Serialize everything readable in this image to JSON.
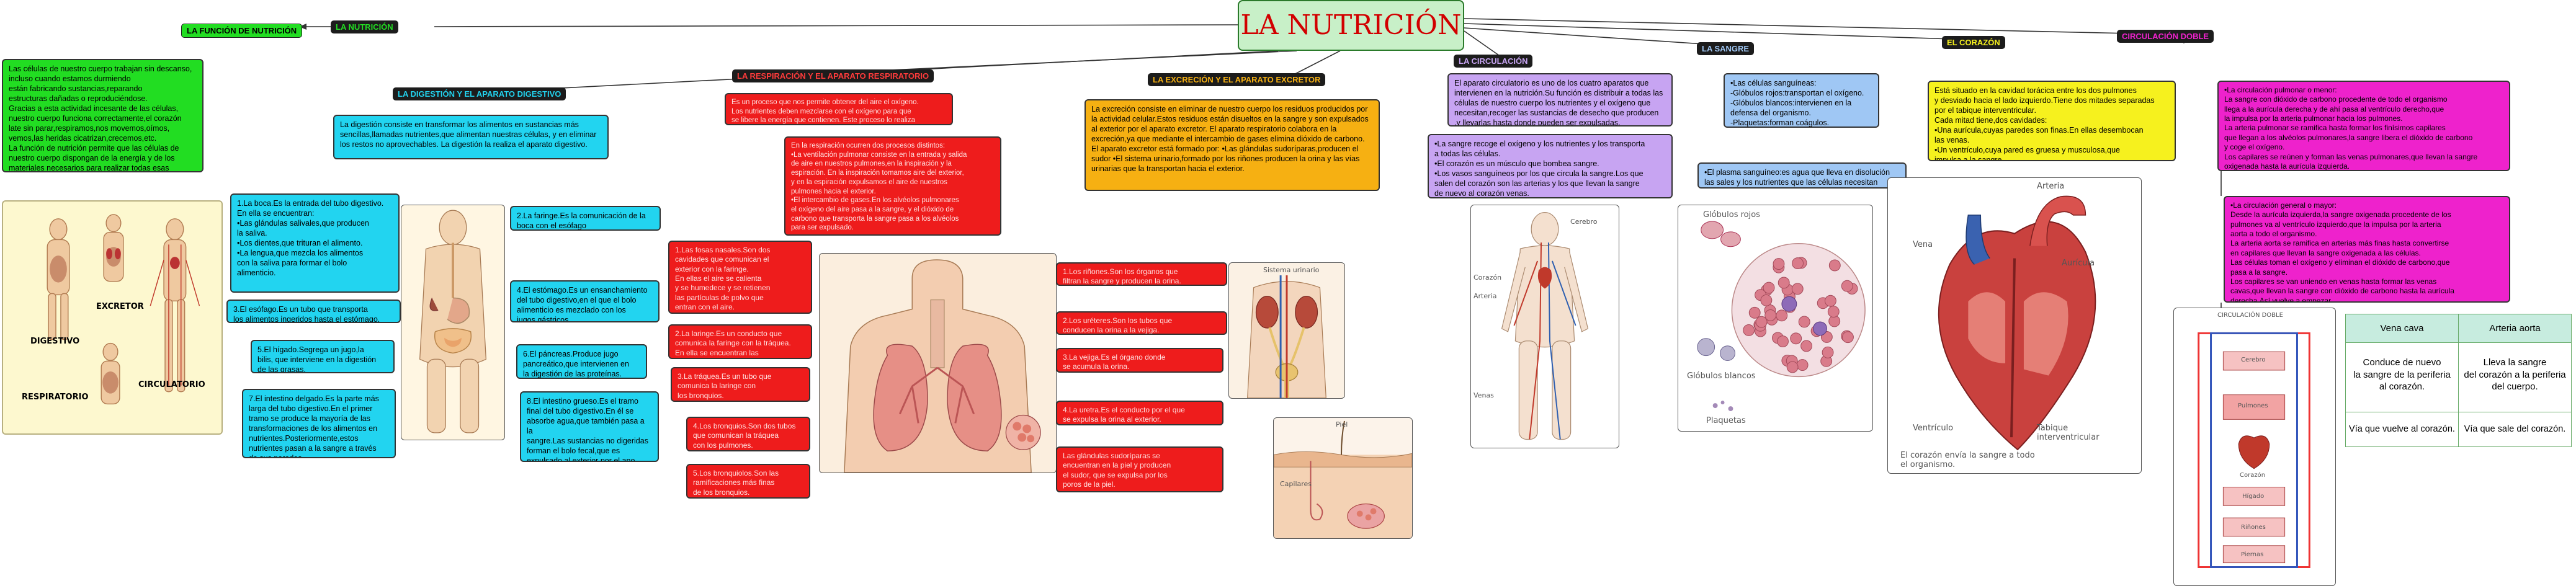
{
  "title": "LA NUTRICIÓN",
  "headers": {
    "nutricion": "LA NUTRICIÓN",
    "funcion": "LA FUNCIÓN DE NUTRICIÓN",
    "digestion": "LA DIGESTIÓN Y EL APARATO DIGESTIVO",
    "respiracion": "LA RESPIRACIÓN Y EL APARATO RESPIRATORIO",
    "excrecion": "LA EXCRECIÓN Y EL APARATO EXCRETOR",
    "circulacion": "LA CIRCULACIÓN",
    "sangre": "LA SANGRE",
    "corazon": "EL CORAZÓN",
    "doble": "CIRCULACIÓN DOBLE"
  },
  "colors": {
    "green": "#22dd22",
    "cyan": "#22d4f0",
    "red": "#ee1c1c",
    "orange": "#f6b012",
    "lavender": "#c7a4f2",
    "blue": "#9fc7f4",
    "yellow": "#f6f11e",
    "magenta": "#ee22cc",
    "dark": "#1c1c1c"
  },
  "funcion_text": "Las células de nuestro cuerpo trabajan sin descanso,\nincluso cuando estamos durmiendo\nestán fabricando sustancias,reparando\n estructuras dañadas o reproduciéndose.\nGracias a esta actividad incesante de las células,\nnuestro cuerpo funciona correctamente,el corazón\nlate sin parar,respiramos,nos movemos,oímos,\nvemos,las heridas cicatrizan,crecemos,etc.\nLa función de nutrición permite que las células de\nnuestro cuerpo dispongan de la energía y de los\nmateriales necesarios para realizar todas esas\n tareas,es decir,nos mantiene vivos.",
  "systems_labels": {
    "digestivo": "DIGESTIVO",
    "excretor": "EXCRETOR",
    "respiratorio": "RESPIRATORIO",
    "circulatorio": "CIRCULATORIO"
  },
  "digestion": {
    "intro": "La digestión consiste en transformar los alimentos en sustancias más sencillas,llamadas nutrientes,que alimentan nuestras células, y en eliminar los restos no aprovechables. La digestión la realiza el aparato digestivo.",
    "boca": "1.La boca.Es la entrada del tubo digestivo.\nEn ella se encuentran:\n•Las glándulas salivales,que producen\n la saliva.\n•Los dientes,que trituran el alimento.\n•La lengua,que mezcla los alimentos\n con la saliva para formar el bolo\n alimenticio.",
    "esofago": "3.El esófago.Es un tubo que transporta\nlos alimentos ingeridos hasta el estómago.",
    "higado": "5.El hígado.Segrega un jugo,la\nbilis, que interviene en la digestión\nde las grasas.",
    "intestino_delgado": "7.El intestino delgado.Es la parte más\nlarga del tubo digestivo.En el primer\ntramo se produce la mayoría de las\ntransformaciones de los alimentos en\nnutrientes.Posteriormente,estos\nnutrientes pasan a la sangre a través\nde sus paredes",
    "faringe": "2.La faringe.Es la comunicación de la\nboca con el esófago",
    "estomago": "4.El estómago.Es un ensanchamiento\ndel tubo digestivo,en el que el bolo\nalimenticio es mezclado con los\njugos gástricos",
    "pancreas": "6.El páncreas.Produce jugo\npancreático,que intervienen en\nla digestión de las proteínas.",
    "intestino_grueso": "8.El intestino grueso.Es el tramo\nfinal del tubo digestivo.En él se\nabsorbe agua,que también pasa a la\nsangre.Las sustancias no digeridas\nforman el bolo fecal,que es\nexpulsado al exterior por el ano\nmediante la defecación."
  },
  "respiracion": {
    "intro": "Es un proceso que nos permite obtener del aire el oxígeno.\nLos nutrientes deben mezclarse con el oxígeno para que\nse libere la energía que contienen. Este proceso lo realiza\nel aparato respiratorio.",
    "proceso": "En la respiración ocurren dos procesos distintos:\n•La ventilación pulmonar consiste en la entrada y salida\nde aire en nuestros pulmones,en la inspiración y la\nespiración. En la inspiración tomamos aire del exterior,\ny en la espiración expulsamos el aire de nuestros\npulmones hacia el exterior.\n•El intercambio de gases.En los alvéolos pulmonares\nel oxígeno del aire pasa a la sangre, y el dióxido de\ncarbono que transporta la sangre pasa a los alvéolos\npara ser expulsado.",
    "fosas": "1.Las fosas nasales.Son dos\ncavidades que comunican el\nexterior con la faringe.\nEn ellas el aire se calienta\ny se humedece y se retienen\nlas partículas de polvo que\nentran con el aire.",
    "laringe": "2.La laringe.Es un conducto que\ncomunica la faringe con la tráquea.\nEn ella se encuentran las\ncuerdas vocales.",
    "traquea": "3.La tráquea.Es un tubo que\ncomunica la laringe con\nlos bronquios.",
    "bronquios": "4.Los bronquios.Son dos tubos\nque comunican la tráquea\ncon los pulmones.",
    "bronquiolos": "5.Los bronquiolos.Son las\nramificaciones más finas\nde los bronquios."
  },
  "excrecion": {
    "intro": "La excreción consiste en eliminar de nuestro cuerpo los residuos producidos por la actividad celular.Estos residuos están disueltos en la sangre y son expulsados al exterior por el aparato excretor. El aparato respiratorio colabora en la excreción,ya que mediante el intercambio de gases elimina dióxido de carbono.\nEl aparato excretor está formado por:\n•Las glándulas sudoríparas,producen el sudor\n•El sistema urinario,formado por los riñones producen\n la orina y las vías urinarias que la transportan hacia el exterior.",
    "rinones": "1.Los riñones.Son los órganos que\nfiltran la sangre y producen la orina.",
    "ureteres": "2.Los uréteres.Son los tubos que\nconducen la orina a la vejiga.",
    "vejiga": "3.La vejiga.Es el órgano donde\nse acumula la orina.",
    "uretra": "4.La uretra.Es el conducto por el que\nse expulsa la orina al exterior.",
    "glandulas": "Las glándulas sudoríparas se\nencuentran en la piel y producen\nel sudor, que se expulsa por los\nporos de la piel."
  },
  "circulacion": {
    "intro": "El aparato circulatorio es uno de los cuatro aparatos que intervienen en la nutrición.Su función es distribuir a todas las células de nuestro cuerpo los nutrientes y el oxígeno que necesitan,recoger las sustancias de desecho que producen ,y llevarlas hasta donde pueden ser expulsadas.",
    "sangre_recoge": "•La sangre recoge el oxígeno y los nutrientes y los transporta\n a todas las células.\n•El corazón es un músculo que bombea sangre.\n•Los vasos sanguíneos por los que circula la sangre.Los que\nsalen del corazón son las arterias y los que llevan la sangre\nde nuevo al corazón venas."
  },
  "sangre": {
    "celulas": "•Las células sanguíneas:\n-Glóbulos rojos:transportan el oxígeno.\n-Glóbulos blancos:intervienen en la\n defensa del organismo.\n-Plaquetas:forman coágulos.",
    "plasma": "•El plasma sanguíneo:es agua que lleva en disolución\nlas sales y los nutrientes que las células necesitan"
  },
  "corazon_text": "Está situado en la cavidad torácica entre los dos pulmones\ny desviado hacia el lado izquierdo.Tiene dos mitades separadas\npor el tabique interventricular.\nCada mitad tiene,dos cavidades:\n•Una aurícula,cuyas paredes son finas.En ellas desembocan\nlas venas.\n•Un ventrículo,cuya pared es gruesa y musculosa,que\nimpulsa a la sangre.",
  "doble": {
    "menor": "•La circulación pulmonar o menor:\nLa sangre con dióxido de carbono procedente de todo el organismo\nllega a la aurícula derecha y de ahí pasa al ventrículo derecho,que\nla impulsa por la arteria pulmonar hacia los pulmones.\nLa arteria pulmonar se ramifica hasta formar los finísimos capilares\nque llegan a los alvéolos pulmonares,la sangre libera el dióxido de carbono\ny coge el oxígeno.\nLos capilares se reúnen y forman las venas pulmonares,que llevan la sangre\noxigenada hasta la aurícula izquierda.",
    "mayor": "•La circulación general o mayor:\nDesde la aurícula izquierda,la sangre oxigenada procedente de los\npulmones va al ventrículo izquierdo,que la impulsa por la arteria\naorta a todo el organismo.\nLa arteria aorta se ramifica en arterias más finas hasta convertirse\nen capilares que llevan la sangre oxigenada a las células.\nLas células toman el oxígeno y eliminan el dióxido de carbono,que\npasa a la sangre.\nLos capilares se van uniendo en venas hasta formar las venas\ncavas,que llevan la sangre con dióxido de carbono hasta la aurícula\nderecha.Así vuelve a empezar."
  },
  "table": {
    "header": [
      "Vena cava",
      "Arteria aorta"
    ],
    "rows": [
      [
        "Conduce de nuevo\nla sangre de la periferia\nal corazón.",
        "Lleva la sangre\ndel corazón a la periferia\ndel cuerpo."
      ],
      [
        "Vía que vuelve al corazón.",
        "Vía que sale del corazón."
      ]
    ]
  },
  "image_labels": {
    "globulos_rojos": "Glóbulos rojos",
    "globulos_blancos": "Glóbulos blancos",
    "plaquetas": "Plaquetas",
    "vena": "Vena",
    "arteria": "Arteria",
    "auricula": "Aurícula",
    "ventriculo": "Ventrículo",
    "tabique": "Tabique\ninterventricular",
    "corazon_caption": "El corazón envía la sangre a todo\nel organismo.",
    "esquema": "CIRCULACIÓN DOBLE",
    "cerebro": "Cerebro",
    "pulmones": "Pulmones",
    "corazon": "Corazón",
    "higado": "Hígado",
    "rinones": "Riñones",
    "piernas": "Piernas",
    "sistema_urinario": "Sistema urinario",
    "piel": "Piel",
    "capilares": "Capilares",
    "corazon2": "Corazón",
    "arteria2": "Arteria",
    "venas": "Venas"
  }
}
